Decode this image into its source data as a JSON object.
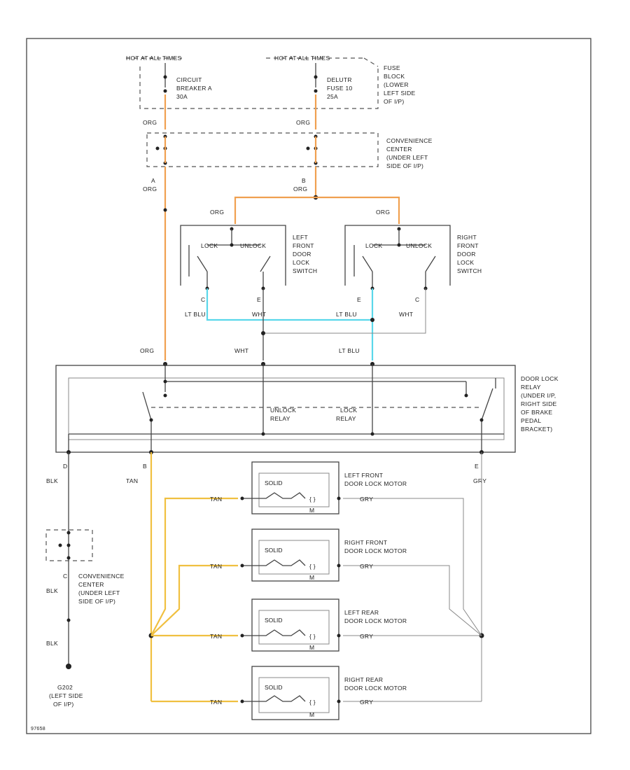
{
  "labels": {
    "hot_run_left": "HOT AT ALL TIMES",
    "hot_run_right": "HOT AT ALL TIMES",
    "circuit_breaker": [
      "CIRCUIT",
      "BREAKER A",
      "30A"
    ],
    "fuse": [
      "DELUTR",
      "FUSE 10",
      "25A"
    ],
    "fuse_block": [
      "FUSE",
      "BLOCK",
      "(LOWER",
      "LEFT SIDE",
      "OF I/P)"
    ],
    "conv_center_top": [
      "CONVENIENCE",
      "CENTER",
      "(UNDER LEFT",
      "SIDE OF I/P)"
    ],
    "pin_a": "A",
    "pin_b": "B",
    "org": "ORG",
    "left_switch": [
      "LEFT",
      "FRONT",
      "DOOR",
      "LOCK",
      "SWITCH"
    ],
    "right_switch": [
      "RIGHT",
      "FRONT",
      "DOOR",
      "LOCK",
      "SWITCH"
    ],
    "lock": "LOCK",
    "unlock": "UNLOCK",
    "pin_c": "C",
    "pin_e": "E",
    "lt_blu": "LT BLU",
    "wht": "WHT",
    "relay_box": [
      "DOOR LOCK",
      "RELAY",
      "(UNDER I/P,",
      "RIGHT SIDE",
      "OF BRAKE",
      "PEDAL",
      "BRACKET)"
    ],
    "unlock_relay": [
      "UNLOCK",
      "RELAY"
    ],
    "lock_relay": [
      "LOCK",
      "RELAY"
    ],
    "pin_d": "D",
    "pin_b_relay": "B",
    "pin_e_relay": "E",
    "blk": "BLK",
    "tan": "TAN",
    "gry": "GRY",
    "conv_center_bottom": [
      "CONVENIENCE",
      "CENTER",
      "(UNDER LEFT",
      "SIDE OF I/P)"
    ],
    "ground": [
      "G202",
      "(LEFT SIDE",
      "OF I/P)"
    ],
    "motors": [
      {
        "name": [
          "LEFT FRONT",
          "DOOR LOCK MOTOR"
        ],
        "solid": "SOLID",
        "m": "M"
      },
      {
        "name": [
          "RIGHT FRONT",
          "DOOR LOCK MOTOR"
        ],
        "solid": "SOLID",
        "m": "M"
      },
      {
        "name": [
          "LEFT REAR",
          "DOOR LOCK MOTOR"
        ],
        "solid": "SOLID",
        "m": "M"
      },
      {
        "name": [
          "RIGHT REAR",
          "DOOR LOCK MOTOR"
        ],
        "solid": "SOLID",
        "m": "M"
      }
    ],
    "figure_id": "97658"
  },
  "colors": {
    "org_wire": "#f0a050",
    "lt_blu_wire": "#5ad7ea",
    "tan_wire": "#f0c040",
    "line": "#444444"
  }
}
